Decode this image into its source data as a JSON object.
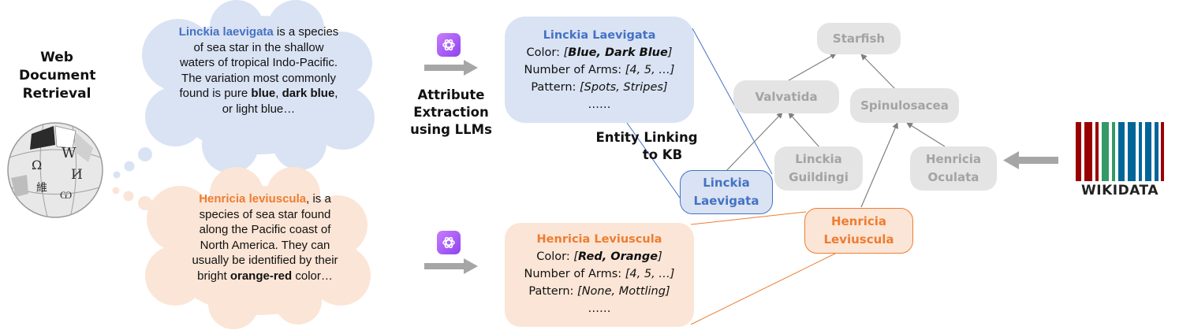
{
  "left_label": {
    "line1": "Web",
    "line2": "Document",
    "line3": "Retrieval"
  },
  "cloud_blue": {
    "entity": "Linckia laevigata",
    "text1": " is a species of sea star in the shallow waters of tropical Indo-Pacific. The variation most commonly found is pure ",
    "kw1": "blue",
    "sep": ", ",
    "kw2": "dark blue",
    "text2": ", or light blue…"
  },
  "cloud_orange": {
    "entity": "Henricia leviuscula",
    "text1": ", is a species of sea star found along the Pacific coast of North America. They can usually be identified by their bright ",
    "kw1": "orange-red",
    "text2": " color…"
  },
  "extraction_label": {
    "line1": "Attribute",
    "line2": "Extraction",
    "line3": "using LLMs"
  },
  "card_blue": {
    "title": "Linckia Laevigata",
    "color_label": "Color: ",
    "color_val_bold": "Blue, Dark Blue",
    "arms_label": "Number of Arms: ",
    "arms_val": "[4, 5, …]",
    "pattern_label": "Pattern: ",
    "pattern_val": "[Spots, Stripes]",
    "more": "……"
  },
  "card_orange": {
    "title": "Henricia Leviuscula",
    "color_label": "Color: ",
    "color_val_bold": "Red, Orange",
    "arms_label": "Number of Arms: ",
    "arms_val": "[4, 5, …]",
    "pattern_label": "Pattern: ",
    "pattern_val": "[None, Mottling]",
    "more": "……"
  },
  "linking_label": {
    "line1": "Entity Linking",
    "line2": "to KB"
  },
  "kb": {
    "root": "Starfish",
    "valvatida": "Valvatida",
    "spinulosacea": "Spinulosacea",
    "guildingi_1": "Linckia",
    "guildingi_2": "Guildingi",
    "oculata_1": "Henricia",
    "oculata_2": "Oculata",
    "laevigata_1": "Linckia",
    "laevigata_2": "Laevigata",
    "leviuscula_1": "Henricia",
    "leviuscula_2": "Leviuscula"
  },
  "wikidata": {
    "label": "WIKIDATA"
  },
  "wikipedia": {
    "glyphs": [
      "W",
      "Ω",
      "И",
      "維",
      "Ѡ"
    ]
  },
  "colors": {
    "blue": "#4472c4",
    "orange": "#ed7d31",
    "blue_fill": "#dae3f3",
    "orange_fill": "#fbe5d6",
    "gray_node": "#e4e4e4",
    "gray_text": "#a3a3a3",
    "arrow_gray": "#a6a6a6"
  }
}
